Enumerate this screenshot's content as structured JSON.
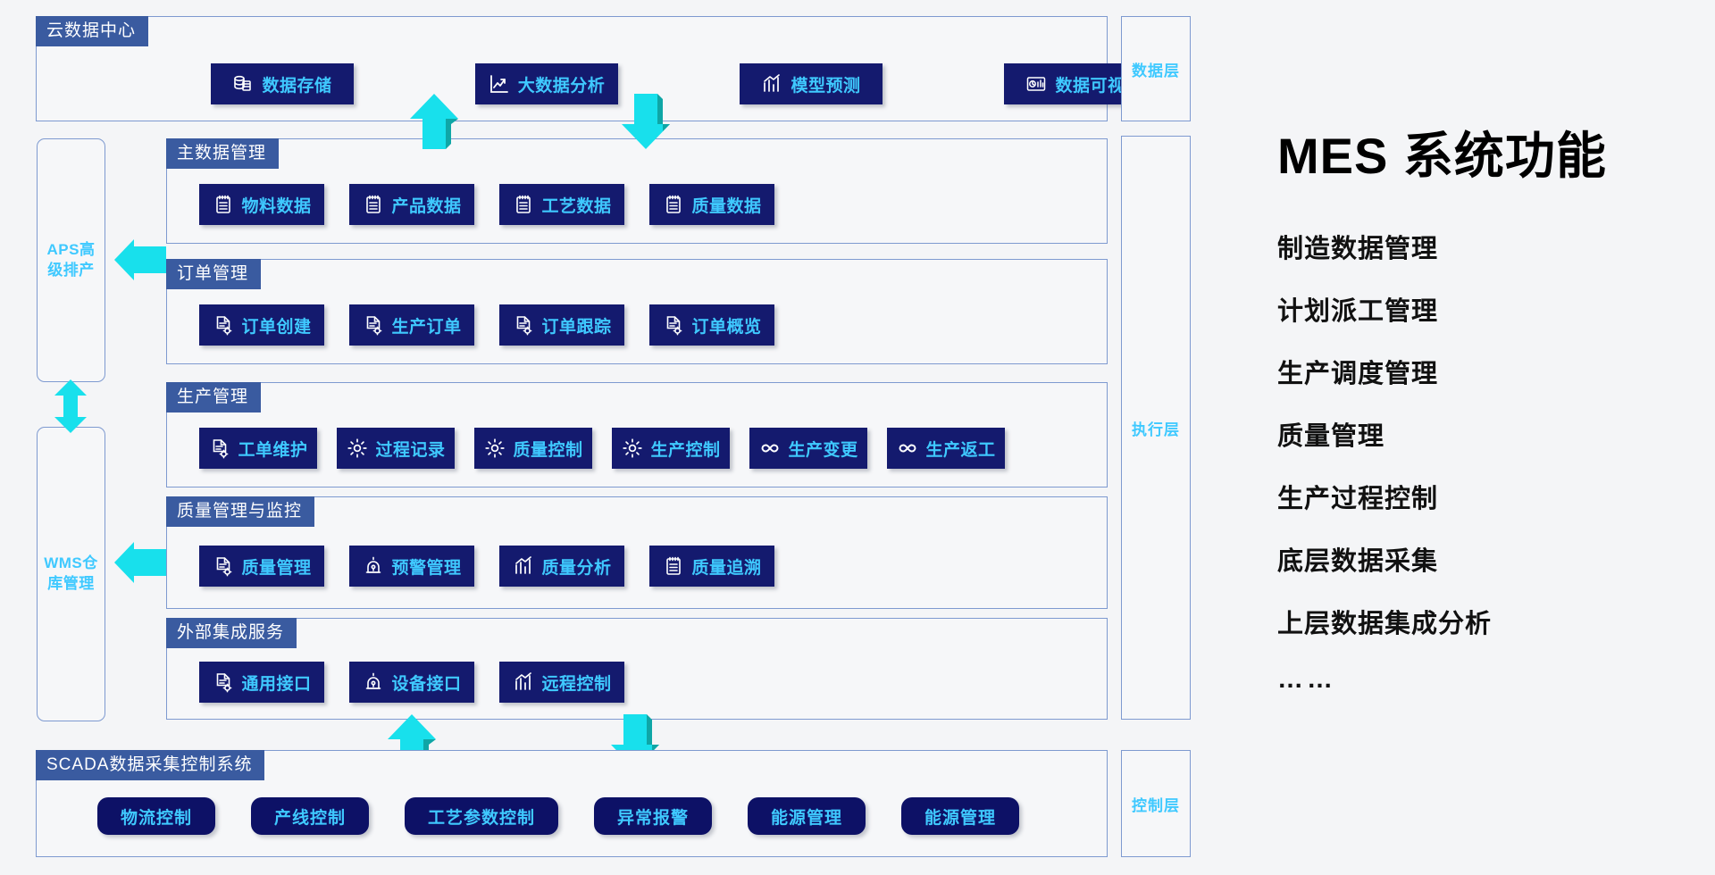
{
  "diagram": {
    "cloud_section": {
      "title": "云数据中心",
      "tiles": [
        {
          "label": "数据存储",
          "icon": "database-icon"
        },
        {
          "label": "大数据分析",
          "icon": "chart-line-up-icon"
        },
        {
          "label": "模型预测",
          "icon": "bar-chart-trend-icon"
        },
        {
          "label": "数据可视",
          "icon": "dashboard-monitor-icon"
        }
      ]
    },
    "groups": [
      {
        "title": "主数据管理",
        "tiles": [
          {
            "label": "物料数据",
            "icon": "clipboard-list-icon"
          },
          {
            "label": "产品数据",
            "icon": "clipboard-list-icon"
          },
          {
            "label": "工艺数据",
            "icon": "clipboard-list-icon"
          },
          {
            "label": "质量数据",
            "icon": "clipboard-list-icon"
          }
        ]
      },
      {
        "title": "订单管理",
        "tiles": [
          {
            "label": "订单创建",
            "icon": "document-gear-icon"
          },
          {
            "label": "生产订单",
            "icon": "document-gear-icon"
          },
          {
            "label": "订单跟踪",
            "icon": "document-gear-icon"
          },
          {
            "label": "订单概览",
            "icon": "document-gear-icon"
          }
        ]
      },
      {
        "title": "生产管理",
        "tiles": [
          {
            "label": "工单维护",
            "icon": "document-gear-icon"
          },
          {
            "label": "过程记录",
            "icon": "gear-icon"
          },
          {
            "label": "质量控制",
            "icon": "gear-icon"
          },
          {
            "label": "生产控制",
            "icon": "gear-icon"
          },
          {
            "label": "生产变更",
            "icon": "infinity-icon"
          },
          {
            "label": "生产返工",
            "icon": "infinity-icon"
          }
        ]
      },
      {
        "title": "质量管理与监控",
        "tiles": [
          {
            "label": "质量管理",
            "icon": "document-gear-icon"
          },
          {
            "label": "预警管理",
            "icon": "alarm-siren-icon"
          },
          {
            "label": "质量分析",
            "icon": "bar-chart-trend-icon"
          },
          {
            "label": "质量追溯",
            "icon": "clipboard-list-icon"
          }
        ]
      },
      {
        "title": "外部集成服务",
        "tiles": [
          {
            "label": "通用接口",
            "icon": "document-gear-icon"
          },
          {
            "label": "设备接口",
            "icon": "alarm-siren-icon"
          },
          {
            "label": "远程控制",
            "icon": "bar-chart-trend-icon"
          }
        ]
      }
    ],
    "scada_section": {
      "title": "SCADA数据采集控制系统",
      "pills": [
        {
          "label": "物流控制"
        },
        {
          "label": "产线控制"
        },
        {
          "label": "工艺参数控制"
        },
        {
          "label": "异常报警"
        },
        {
          "label": "能源管理"
        },
        {
          "label": "能源管理"
        }
      ]
    },
    "layers": [
      {
        "label": "数据层"
      },
      {
        "label": "执行层"
      },
      {
        "label": "控制层"
      }
    ],
    "side_systems": [
      {
        "label": "APS高级排产"
      },
      {
        "label": "WMS仓库管理"
      }
    ]
  },
  "side_panel": {
    "title": "MES 系统功能",
    "features": [
      "制造数据管理",
      "计划派工管理",
      "生产调度管理",
      "质量管理",
      "生产过程控制",
      "底层数据采集",
      "上层数据集成分析",
      "……"
    ]
  },
  "colors": {
    "tile_bg": "#141a6e",
    "tile_text": "#3fc9ff",
    "tab_bg": "#3a5ba0",
    "border": "#7e9ad0",
    "arrow": "#18e0ec",
    "page_bg": "#f4f5f7"
  }
}
